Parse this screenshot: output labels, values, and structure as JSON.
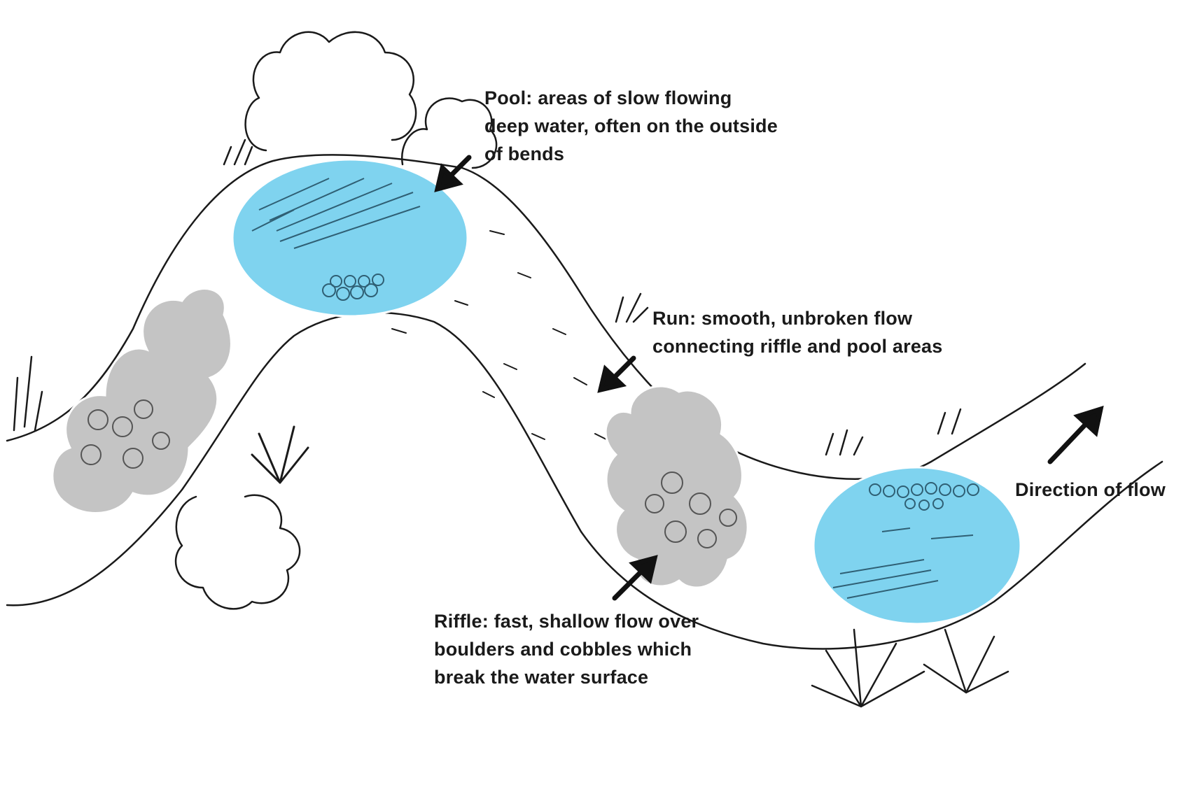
{
  "annotations": {
    "pool": {
      "lines": [
        "Pool: areas of slow flowing",
        "deep water, often on the outside",
        "of bends"
      ]
    },
    "run": {
      "lines": [
        "Run: smooth, unbroken flow",
        "connecting riffle and pool areas"
      ]
    },
    "riffle": {
      "lines": [
        "Riffle: fast, shallow flow over",
        "boulders and cobbles which",
        "break the water surface"
      ]
    },
    "flow": {
      "lines": [
        "Direction of flow"
      ]
    }
  },
  "colors": {
    "pool_highlight": "#7fd3ef",
    "riffle_highlight": "#c4c4c4",
    "ink": "#1a1a1a"
  }
}
